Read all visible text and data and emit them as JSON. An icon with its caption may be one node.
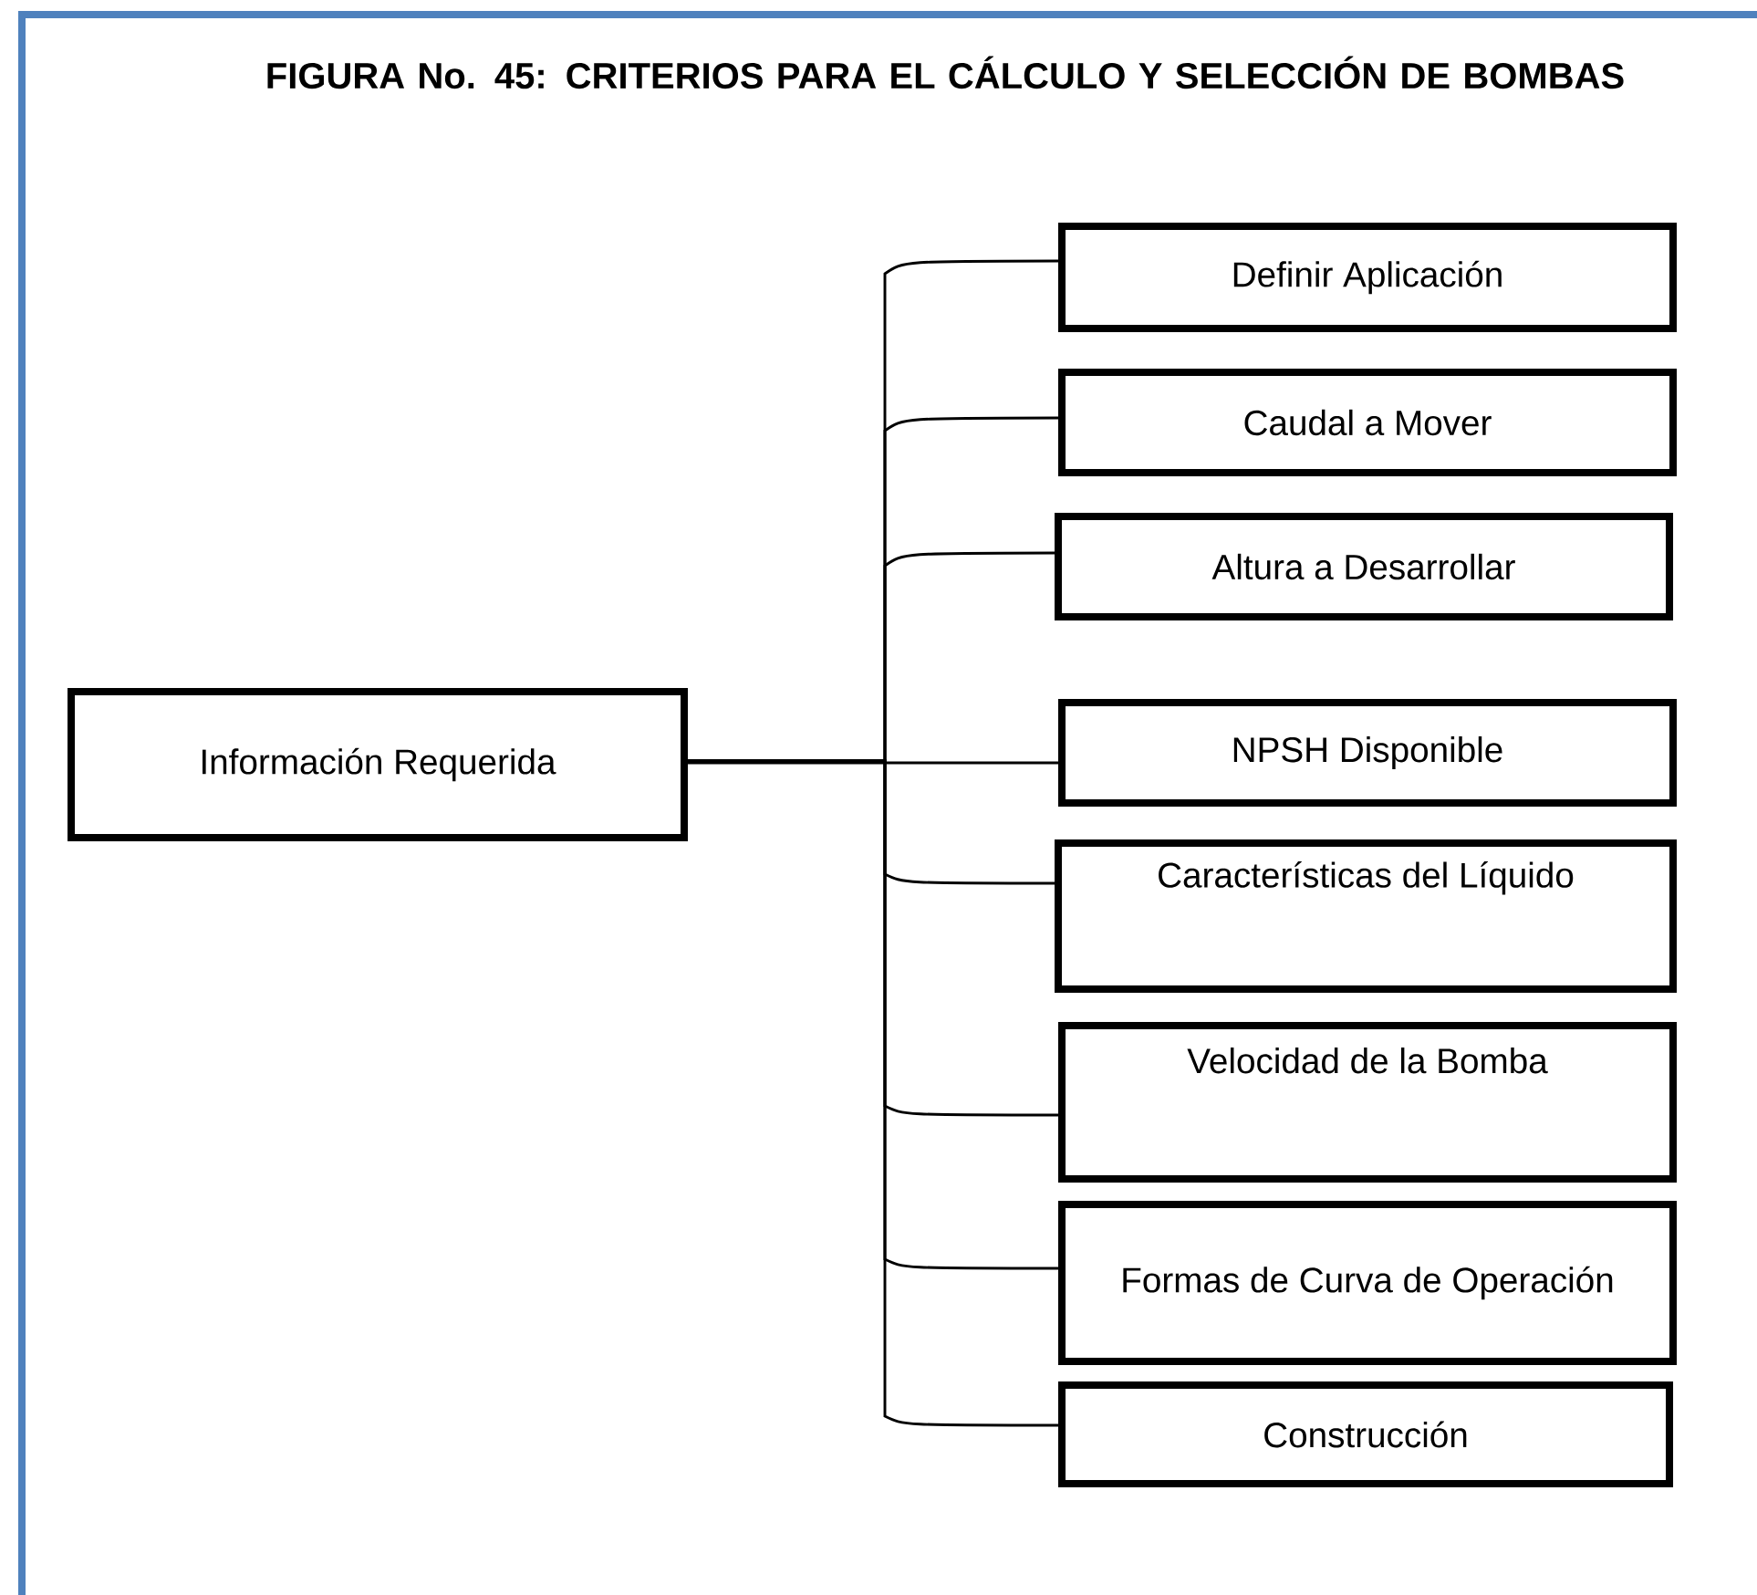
{
  "diagram": {
    "title": "FIGURA No. 45: CRITERIOS PARA EL CÁLCULO Y SELECCIÓN DE BOMBAS",
    "nodes": [
      {
        "text": [
          "Información Requerida"
        ]
      },
      {
        "text": [
          "Definir Aplicación"
        ]
      },
      {
        "text": [
          "Caudal a Mover"
        ]
      },
      {
        "text": [
          "Altura a Desarrollar"
        ]
      },
      {
        "text": [
          "NPSH Disponible"
        ]
      },
      {
        "text": [
          "Características del Líquido"
        ]
      },
      {
        "text": [
          "Velocidad de la Bomba"
        ]
      },
      {
        "text": [
          "Formas de Curva de Operación"
        ]
      },
      {
        "text": [
          "Construcción"
        ]
      }
    ],
    "edges": [
      {
        "from": 0,
        "to": 1,
        "arrow": "none"
      },
      {
        "from": 0,
        "to": 2,
        "arrow": "none"
      },
      {
        "from": 0,
        "to": 3,
        "arrow": "none"
      },
      {
        "from": 0,
        "to": 4,
        "arrow": "none"
      },
      {
        "from": 0,
        "to": 5,
        "arrow": "none"
      },
      {
        "from": 0,
        "to": 6,
        "arrow": "none"
      },
      {
        "from": 0,
        "to": 7,
        "arrow": "none"
      },
      {
        "from": 0,
        "to": 8,
        "arrow": "none"
      }
    ]
  }
}
